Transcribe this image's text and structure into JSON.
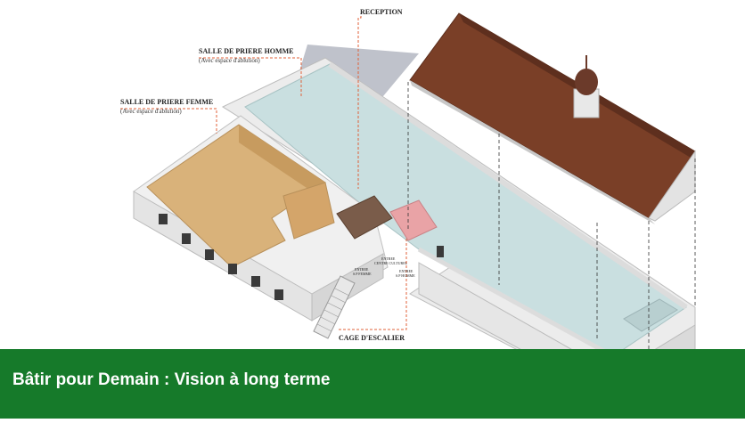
{
  "banner": {
    "title": "Bâtir pour Demain : Vision à long terme"
  },
  "labels": {
    "reception": "RECEPTION",
    "salle_homme": "SALLE DE PRIERE HOMME",
    "salle_homme_sub": "(Avec espace d'ablution)",
    "salle_femme": "SALLE DE PRIERE FEMME",
    "salle_femme_sub": "(Avec espace d'ablution)",
    "cage_escalier": "CAGE D'ESCALIER",
    "entree_femme": "ENTREE",
    "entree_femme_2": "S.P FEMME",
    "entree_centre": "ENTREE",
    "entree_centre_2": "CENTRE CULTUREL",
    "entree_homme": "ENTREE",
    "entree_homme_2": "S.P HOMME"
  },
  "colors": {
    "banner": "#167a2a",
    "leader": "#e0623a",
    "roof": "#7a3f27",
    "floor_women": "#d9b27a",
    "floor_men": "#c9dfe0",
    "stairs": "#e9a3a6",
    "reception_room": "#7a5c4a"
  }
}
